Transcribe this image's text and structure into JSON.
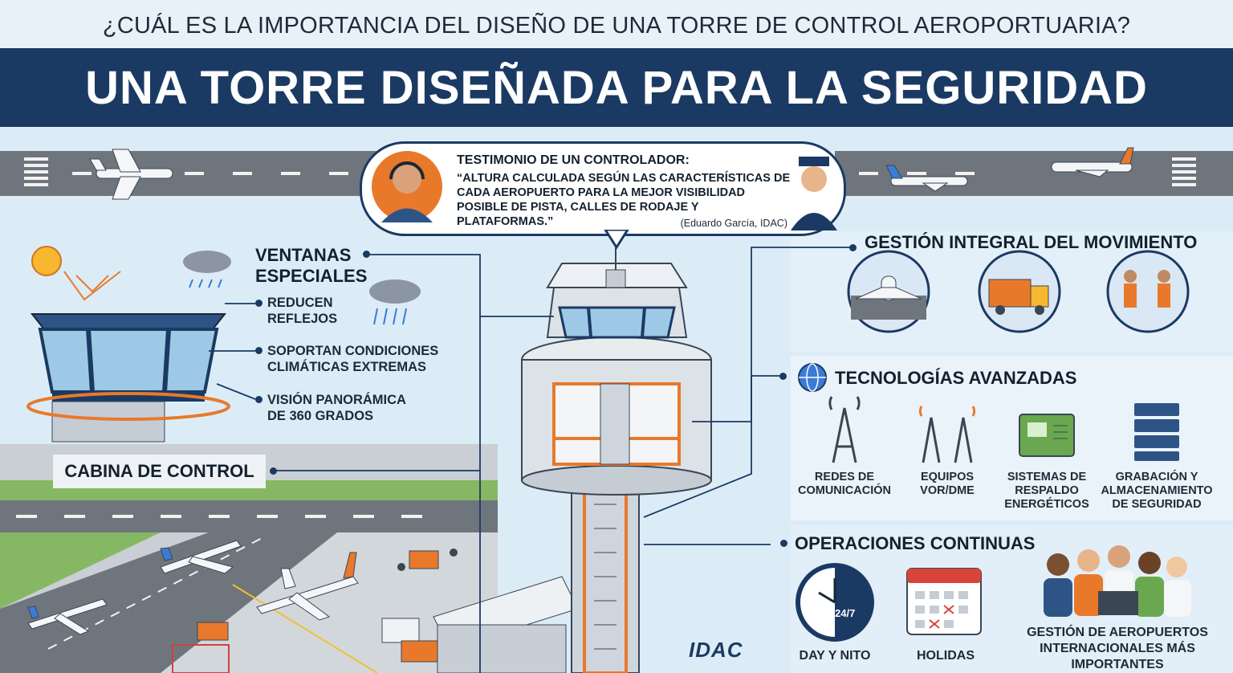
{
  "header": {
    "question": "¿CUÁL ES LA IMPORTANCIA DEL DISEÑO DE UNA TORRE DE CONTROL AEROPORTUARIA?",
    "title": "UNA TORRE DISEÑADA PARA LA SEGURIDAD"
  },
  "testimonial": {
    "heading": "TESTIMONIO DE UN CONTROLADOR:",
    "quote": "“ALTURA CALCULADA SEGÚN LAS CARACTERÍSTICAS DE CADA AEROPUERTO PARA LA MEJOR VISIBILIDAD POSIBLE DE PISTA, CALLES DE RODAJE Y PLATAFORMAS.”",
    "author": "(Eduardo García, IDAC)"
  },
  "windows": {
    "title_line1": "VENTANAS",
    "title_line2": "ESPECIALES",
    "b1_l1": "REDUCEN",
    "b1_l2": "REFLEJOS",
    "b2_l1": "SOPORTAN CONDICIONES",
    "b2_l2": "CLIMÁTICAS EXTREMAS",
    "b3_l1": "VISIÓN PANORÁMICA",
    "b3_l2": "DE 360 GRADOS"
  },
  "cabina": {
    "label": "CABINA DE CONTROL"
  },
  "movement": {
    "title": "GESTIÓN INTEGRAL DEL MOVIMIENTO"
  },
  "tech": {
    "title": "TECNOLOGÍAS AVANZADAS",
    "i1_l1": "REDES DE",
    "i1_l2": "COMUNICACIÓN",
    "i2_l1": "EQUIPOS",
    "i2_l2": "VOR/DME",
    "i3_l1": "SISTEMAS DE",
    "i3_l2": "RESPALDO",
    "i3_l3": "ENERGÉTICOS",
    "i4_l1": "GRABACIÓN Y",
    "i4_l2": "ALMACENAMIENTO",
    "i4_l3": "DE SEGURIDAD"
  },
  "ops": {
    "title": "OPERACIONES CONTINUAS",
    "clock_text": "24/7",
    "c1": "DAY Y NITO",
    "c2": "HOLIDAS",
    "c3_l1": "GESTIÓN DE AEROPUERTOS",
    "c3_l2": "INTERNACIONALES MÁS",
    "c3_l3": "IMPORTANTES"
  },
  "logo": {
    "text": "IDAC"
  },
  "colors": {
    "navy": "#1b3a63",
    "orange": "#e8792b",
    "sky": "#dcecf7",
    "glass": "#9ec9e6"
  }
}
